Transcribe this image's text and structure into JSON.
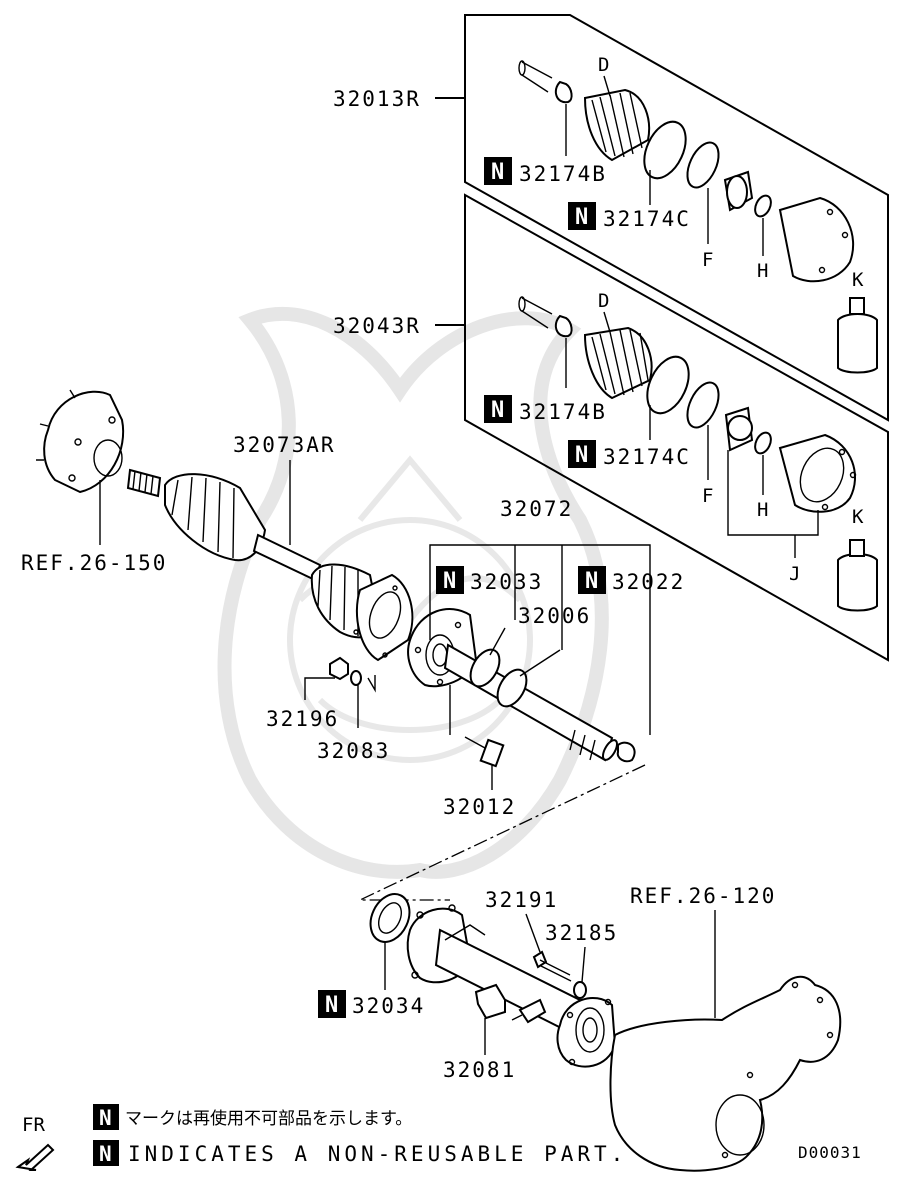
{
  "parts": {
    "p32013R": "32013R",
    "p32043R": "32043R",
    "p32174B_top": "32174B",
    "p32174C_top": "32174C",
    "p32174B_bot": "32174B",
    "p32174C_bot": "32174C",
    "D_top": "D",
    "F_top": "F",
    "H_top": "H",
    "K_top": "K",
    "D_bot": "D",
    "F_bot": "F",
    "H_bot": "H",
    "K_bot": "K",
    "J": "J",
    "p32073AR": "32073AR",
    "ref26_150": "REF.26-150",
    "p32072": "32072",
    "p32033": "32033",
    "p32022": "32022",
    "p32006": "32006",
    "p32196": "32196",
    "p32083": "32083",
    "p32012": "32012",
    "p32191": "32191",
    "p32185": "32185",
    "ref26_120": "REF.26-120",
    "p32034": "32034",
    "p32081": "32081"
  },
  "badge": "N",
  "legend": {
    "jp": "マークは再使用不可部品を示します。",
    "en": "INDICATES A NON-REUSABLE PART."
  },
  "fr_label": "FR",
  "diagram_code": "D00031"
}
